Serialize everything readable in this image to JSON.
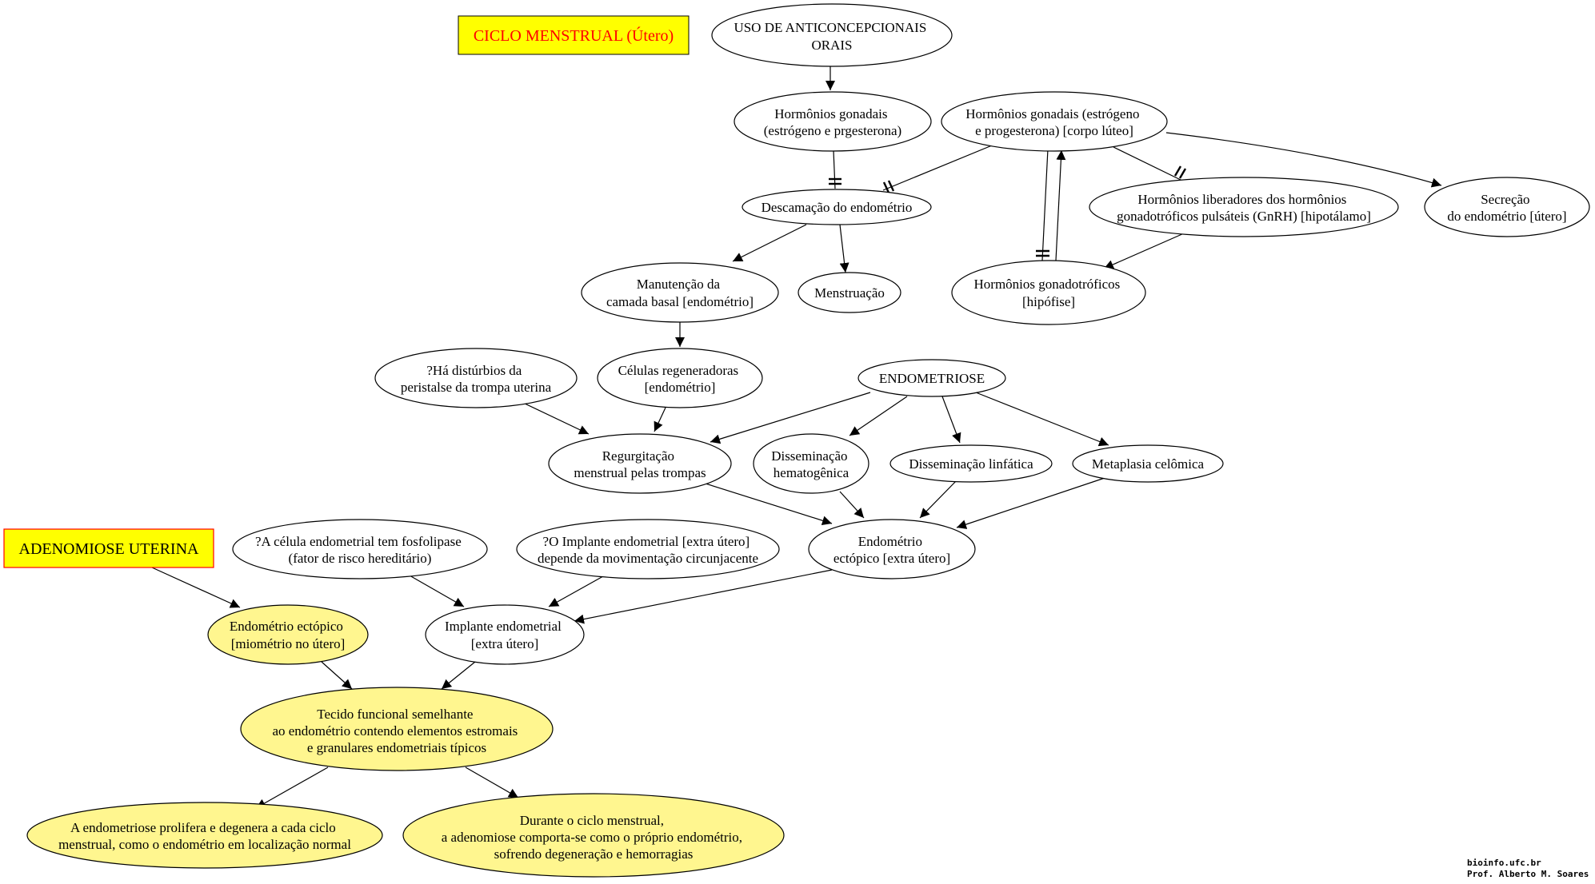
{
  "colors": {
    "highlight_fill": "#ffff00",
    "title_red": "#ff0000",
    "adenomiose_node_fill": "#fff68f",
    "default_fill": "#ffffff"
  },
  "titles": {
    "ciclo": "CICLO MENSTRUAL (Útero)",
    "adenomiose": "ADENOMIOSE UTERINA"
  },
  "nodes": {
    "anticoncepcionais": [
      "USO DE ANTICONCEPCIONAIS",
      "ORAIS"
    ],
    "hormonios_gonadais": [
      "Hormônios gonadais",
      "(estrógeno e prgesterona)"
    ],
    "hormonios_corpo_luteo": [
      "Hormônios gonadais (estrógeno",
      "e progesterona) [corpo lúteo]"
    ],
    "descamacao": [
      "Descamação do endométrio"
    ],
    "liberadores": [
      "Hormônios liberadores dos hormônios",
      "gonadotróficos pulsáteis (GnRH) [hipotálamo]"
    ],
    "secrecao": [
      "Secreção",
      "do endométrio [útero]"
    ],
    "manutencao": [
      "Manutenção da",
      "camada basal [endométrio]"
    ],
    "menstruacao": [
      "Menstruação"
    ],
    "gonadotroficos": [
      "Hormônios gonadotróficos",
      "[hipófise]"
    ],
    "disturbios": [
      "?Há distúrbios da",
      "peristalse da trompa uterina"
    ],
    "celulas": [
      "Células regeneradoras",
      "[endométrio]"
    ],
    "endometriose": [
      "ENDOMETRIOSE"
    ],
    "regurgitacao": [
      "Regurgitação",
      "menstrual pelas trompas"
    ],
    "hematogenica": [
      "Disseminação",
      "hematogênica"
    ],
    "linfatica": [
      "Disseminação linfática"
    ],
    "metaplasia": [
      "Metaplasia celômica"
    ],
    "fosfolipase": [
      "?A célula endometrial tem fosfolipase",
      "(fator de risco hereditário)"
    ],
    "movimentacao": [
      "?O Implante endometrial [extra útero]",
      "depende da movimentação circunjacente"
    ],
    "ectopico_extra": [
      "Endométrio",
      "ectópico [extra útero]"
    ],
    "ectopico_miometrio": [
      "Endométrio ectópico",
      "[miométrio no útero]"
    ],
    "implante": [
      "Implante endometrial",
      "[extra útero]"
    ],
    "tecido": [
      "Tecido funcional semelhante",
      "ao endométrio contendo elementos estromais",
      "e granulares endometriais típicos"
    ],
    "prolifera": [
      "A endometriose prolifera e degenera a cada ciclo",
      "menstrual, como o endométrio em localização normal"
    ],
    "durante": [
      "Durante o ciclo menstrual,",
      "a adenomiose comporta-se como o próprio endométrio,",
      "sofrendo degeneração e hemorragias"
    ]
  },
  "credits": [
    "bioinfo.ufc.br",
    "Prof. Alberto M. Soares"
  ]
}
